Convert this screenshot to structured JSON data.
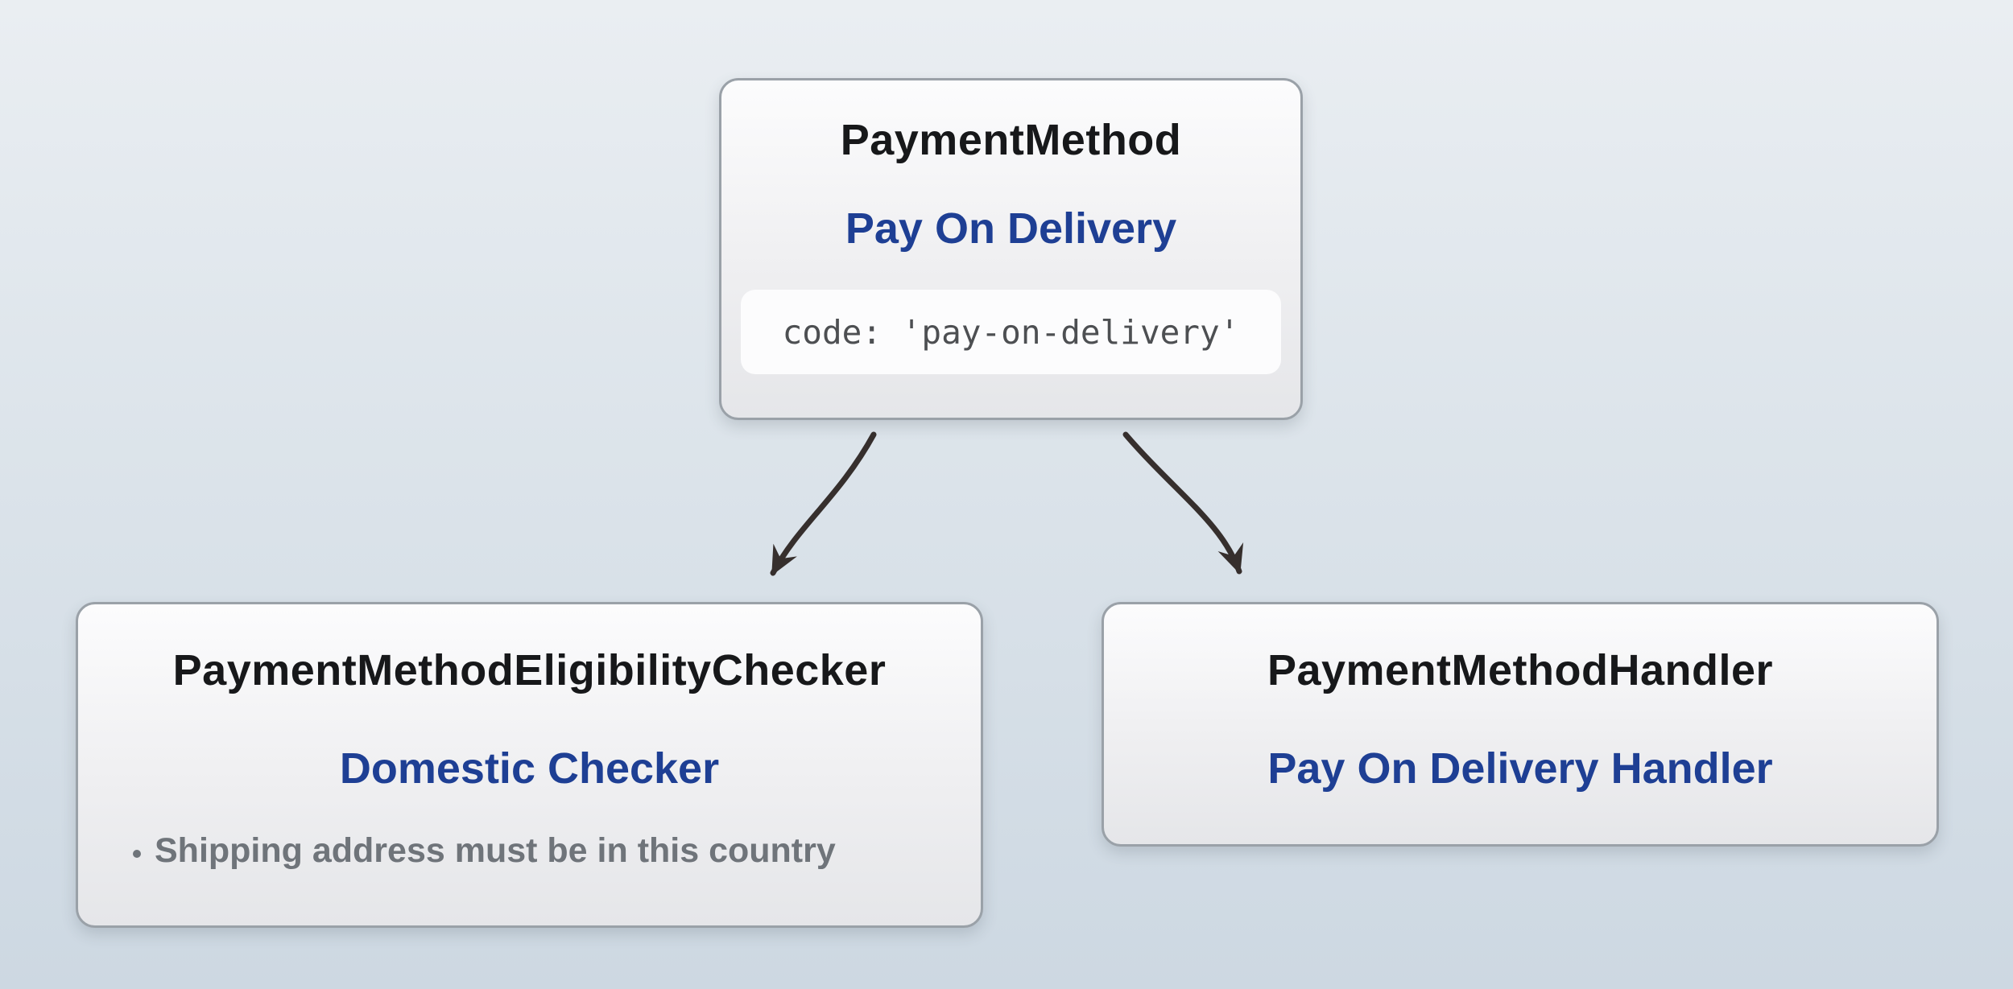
{
  "diagram": {
    "nodes": {
      "payment_method": {
        "title": "PaymentMethod",
        "subtitle": "Pay On Delivery",
        "code": "code: 'pay-on-delivery'"
      },
      "eligibility_checker": {
        "title": "PaymentMethodEligibilityChecker",
        "subtitle": "Domestic Checker",
        "rules": [
          "Shipping address must be in this country"
        ]
      },
      "handler": {
        "title": "PaymentMethodHandler",
        "subtitle": "Pay On Delivery Handler"
      }
    },
    "colors": {
      "title_dark": "#17181a",
      "subtitle_blue": "#1e3f94",
      "arrow": "#362f2d",
      "bullet_gray": "#6f747a",
      "node_border": "#9aa1a8"
    }
  }
}
